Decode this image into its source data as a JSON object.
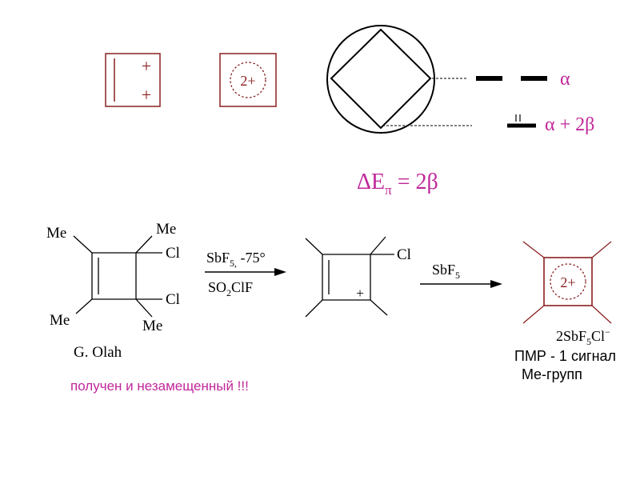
{
  "colors": {
    "dark_red": "#8b2020",
    "magenta": "#c0279a",
    "black": "#000000"
  },
  "top_section": {
    "box1_plus_top": "+",
    "box1_plus_bottom": "+",
    "box2_charge": "2+",
    "level_alpha": "α",
    "level_alpha_2beta": "α + 2β",
    "energy_delta": "ΔE",
    "energy_subscript": "π",
    "energy_rhs": " = 2β"
  },
  "reaction": {
    "reactant_me_top_left": "Me",
    "reactant_me_top_right": "Me",
    "reactant_cl_top": "Cl",
    "reactant_cl_bottom": "Cl",
    "reactant_me_bottom_left": "Me",
    "reactant_me_bottom_right": "Me",
    "step1_reagent_top": "SbF",
    "step1_reagent_top_sub": "5,",
    "step1_reagent_top_rest": " -75°",
    "step1_reagent_bottom": "SO",
    "step1_reagent_bottom_sub": "2",
    "step1_reagent_bottom_rest": "ClF",
    "intermediate_cl": "Cl",
    "intermediate_plus": "+",
    "step2_reagent": "SbF",
    "step2_reagent_sub": "5",
    "product_charge": "2+",
    "product_counterion": "2SbF",
    "product_counterion_sub": "5",
    "product_counterion_rest": "Cl",
    "product_counterion_sup": "−",
    "author": "G. Olah",
    "nmr_line1": "ПМР - 1 сигнал",
    "nmr_line2": "Me-групп",
    "note": "получен и незамещенный !!!"
  }
}
